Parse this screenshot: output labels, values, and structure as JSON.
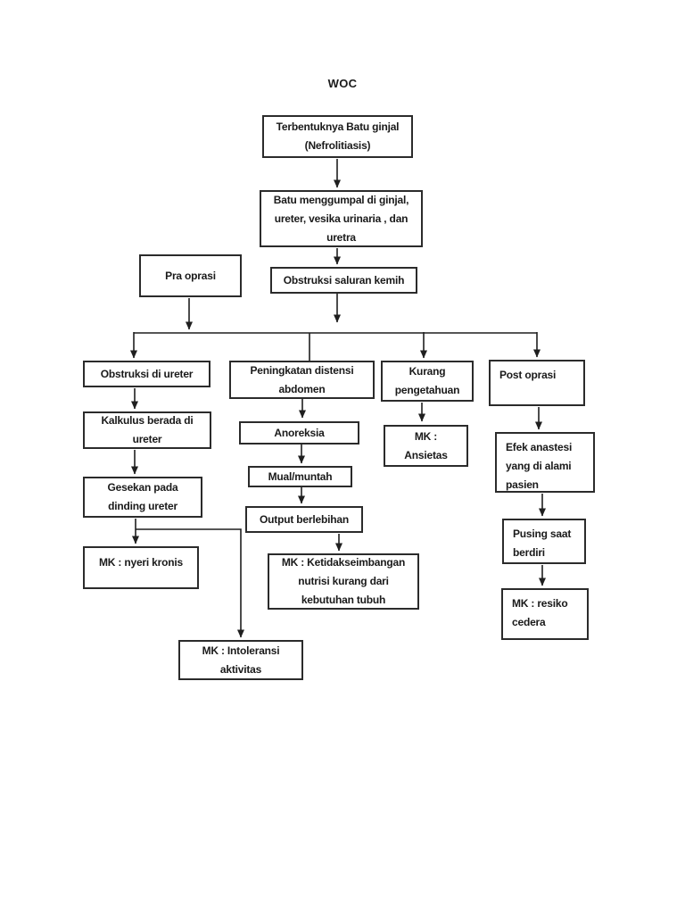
{
  "title": "WOC",
  "colors": {
    "background": "#ffffff",
    "box_border": "#2b2b2b",
    "text": "#1a1a1a",
    "line": "#1f1f1f"
  },
  "nodes": {
    "terbentuknya": {
      "lines": [
        "Terbentuknya Batu ginjal",
        "(Nefrolitiasis)"
      ]
    },
    "menggumpal": {
      "lines": [
        "Batu menggumpal di ginjal,",
        "ureter, vesika urinaria , dan",
        "uretra"
      ]
    },
    "obstruksi_saluran": {
      "lines": [
        "Obstruksi saluran kemih"
      ]
    },
    "pra_oprasi": {
      "lines": [
        "Pra oprasi"
      ]
    },
    "obstruksi_ureter": {
      "lines": [
        "Obstruksi di ureter"
      ]
    },
    "peningkatan": {
      "lines": [
        "Peningkatan distensi",
        "abdomen"
      ]
    },
    "kurang": {
      "lines": [
        "Kurang",
        "pengetahuan"
      ]
    },
    "post_oprasi": {
      "lines": [
        "Post oprasi"
      ]
    },
    "kalkulus": {
      "lines": [
        "Kalkulus berada di",
        "ureter"
      ]
    },
    "gesekan": {
      "lines": [
        "Gesekan pada",
        "dinding ureter"
      ]
    },
    "mk_nyeri": {
      "lines": [
        "MK : nyeri kronis"
      ]
    },
    "anoreksia": {
      "lines": [
        "Anoreksia"
      ]
    },
    "mual": {
      "lines": [
        "Mual/muntah"
      ]
    },
    "output": {
      "lines": [
        "Output berlebihan"
      ]
    },
    "mk_nutrisi": {
      "lines": [
        "MK : Ketidakseimbangan",
        "nutrisi kurang dari",
        "kebutuhan tubuh"
      ]
    },
    "mk_intoleransi": {
      "lines": [
        "MK : Intoleransi",
        "aktivitas"
      ]
    },
    "mk_ansietas": {
      "lines": [
        "MK :",
        "Ansietas"
      ]
    },
    "efek_anastesi": {
      "lines": [
        "Efek anastesi",
        "yang di alami",
        "pasien"
      ]
    },
    "pusing": {
      "lines": [
        "Pusing saat",
        "berdiri"
      ]
    },
    "mk_cedera": {
      "lines": [
        "MK : resiko",
        "cedera"
      ]
    }
  },
  "edges": [
    {
      "from": "terbentuknya-batu-ginjal",
      "to": "batu-menggumpal"
    },
    {
      "from": "batu-menggumpal",
      "to": "obstruksi-saluran-kemih"
    },
    {
      "from": "obstruksi-saluran-kemih",
      "to": "branch-connector"
    },
    {
      "from": "pra-oprasi",
      "to": "branch-connector"
    },
    {
      "from": "branch-connector",
      "to": "obstruksi-di-ureter"
    },
    {
      "from": "branch-connector",
      "to": "peningkatan-distensi-abdomen"
    },
    {
      "from": "branch-connector",
      "to": "kurang-pengetahuan"
    },
    {
      "from": "branch-connector",
      "to": "post-oprasi"
    },
    {
      "from": "obstruksi-di-ureter",
      "to": "kalkulus-berada-di-ureter"
    },
    {
      "from": "kalkulus-berada-di-ureter",
      "to": "gesekan-pada-dinding-ureter"
    },
    {
      "from": "gesekan-pada-dinding-ureter",
      "to": "mk-nyeri-kronis"
    },
    {
      "from": "gesekan-pada-dinding-ureter",
      "to": "mk-intoleransi-aktivitas"
    },
    {
      "from": "peningkatan-distensi-abdomen",
      "to": "anoreksia"
    },
    {
      "from": "anoreksia",
      "to": "mual-muntah"
    },
    {
      "from": "mual-muntah",
      "to": "output-berlebihan"
    },
    {
      "from": "output-berlebihan",
      "to": "mk-ketidakseimbangan-nutrisi"
    },
    {
      "from": "kurang-pengetahuan",
      "to": "mk-ansietas"
    },
    {
      "from": "post-oprasi",
      "to": "efek-anastesi"
    },
    {
      "from": "efek-anastesi",
      "to": "pusing-saat-berdiri"
    },
    {
      "from": "pusing-saat-berdiri",
      "to": "mk-resiko-cedera"
    }
  ]
}
